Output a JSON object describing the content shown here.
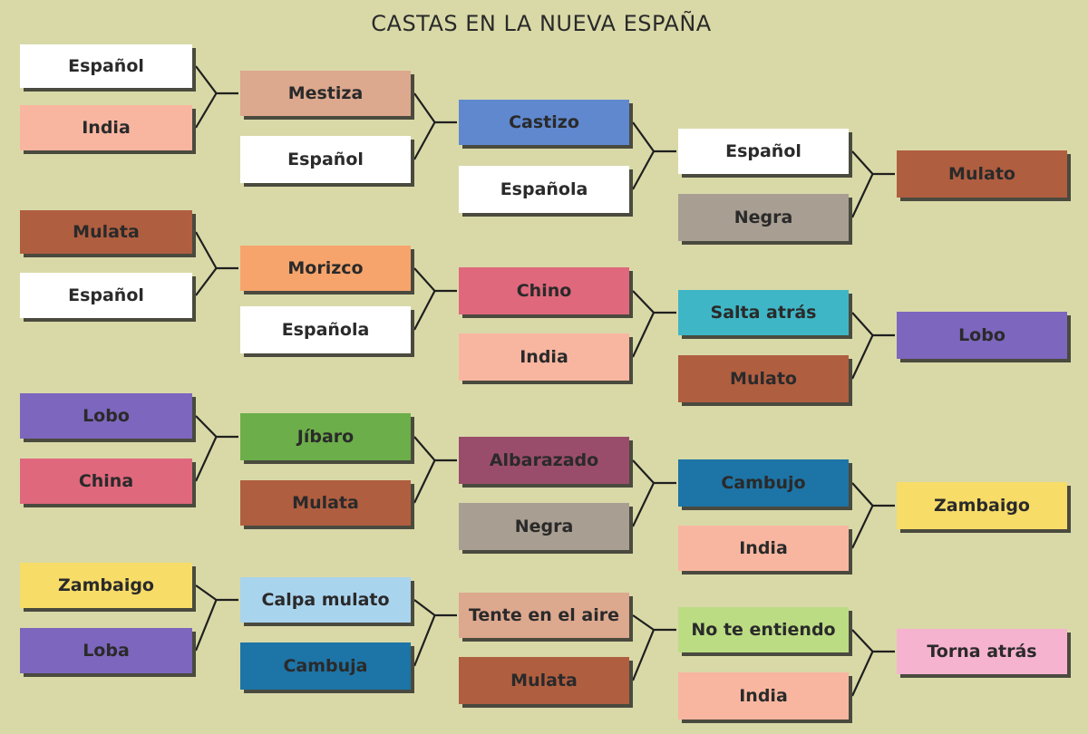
{
  "title": "CASTAS EN LA NUEVA ESPAÑA",
  "groups": [
    {
      "parents": [
        {
          "label": "Español",
          "color": "#ffffff"
        },
        {
          "label": "India",
          "color": "#f8b6a0"
        }
      ],
      "child": {
        "label": "Mestiza",
        "color": "#dca88e"
      },
      "partner": {
        "label": "Español",
        "color": "#ffffff"
      },
      "grandchild": {
        "label": "Castizo",
        "color": "#5f88cf"
      },
      "partner2": {
        "label": "Española",
        "color": "#ffffff"
      },
      "gen4a": {
        "label": "Español",
        "color": "#ffffff"
      },
      "gen4b": {
        "label": "Negra",
        "color": "#a89e92"
      },
      "result": {
        "label": "Mulato",
        "color": "#b05e40"
      }
    },
    {
      "parents": [
        {
          "label": "Mulata",
          "color": "#b05e40"
        },
        {
          "label": "Español",
          "color": "#ffffff"
        }
      ],
      "child": {
        "label": "Morizco",
        "color": "#f6a46c"
      },
      "partner": {
        "label": "Española",
        "color": "#ffffff"
      },
      "grandchild": {
        "label": "Chino",
        "color": "#e0687c"
      },
      "partner2": {
        "label": "India",
        "color": "#f8b6a0"
      },
      "gen4a": {
        "label": "Salta atrás",
        "color": "#3fb6c6"
      },
      "gen4b": {
        "label": "Mulato",
        "color": "#b05e40"
      },
      "result": {
        "label": "Lobo",
        "color": "#7d66bd"
      }
    },
    {
      "parents": [
        {
          "label": "Lobo",
          "color": "#7d66bd"
        },
        {
          "label": "China",
          "color": "#e0687c"
        }
      ],
      "child": {
        "label": "Jíbaro",
        "color": "#6cae4a"
      },
      "partner": {
        "label": "Mulata",
        "color": "#b05e40"
      },
      "grandchild": {
        "label": "Albarazado",
        "color": "#9a4d6a"
      },
      "partner2": {
        "label": "Negra",
        "color": "#a89e92"
      },
      "gen4a": {
        "label": "Cambujo",
        "color": "#1d74a6"
      },
      "gen4b": {
        "label": "India",
        "color": "#f8b6a0"
      },
      "result": {
        "label": "Zambaigo",
        "color": "#f7dc68"
      }
    },
    {
      "parents": [
        {
          "label": "Zambaigo",
          "color": "#f7dc68"
        },
        {
          "label": "Loba",
          "color": "#7d66bd"
        }
      ],
      "child": {
        "label": "Calpa mulato",
        "color": "#a9d4ee"
      },
      "partner": {
        "label": "Cambuja",
        "color": "#1d74a6"
      },
      "grandchild": {
        "label": "Tente en el aire",
        "color": "#dca88e"
      },
      "partner2": {
        "label": "Mulata",
        "color": "#b05e40"
      },
      "gen4a": {
        "label": "No te entiendo",
        "color": "#bcdc84"
      },
      "gen4b": {
        "label": "India",
        "color": "#f8b6a0"
      },
      "result": {
        "label": "Torna atrás",
        "color": "#f6b3cf"
      }
    }
  ]
}
